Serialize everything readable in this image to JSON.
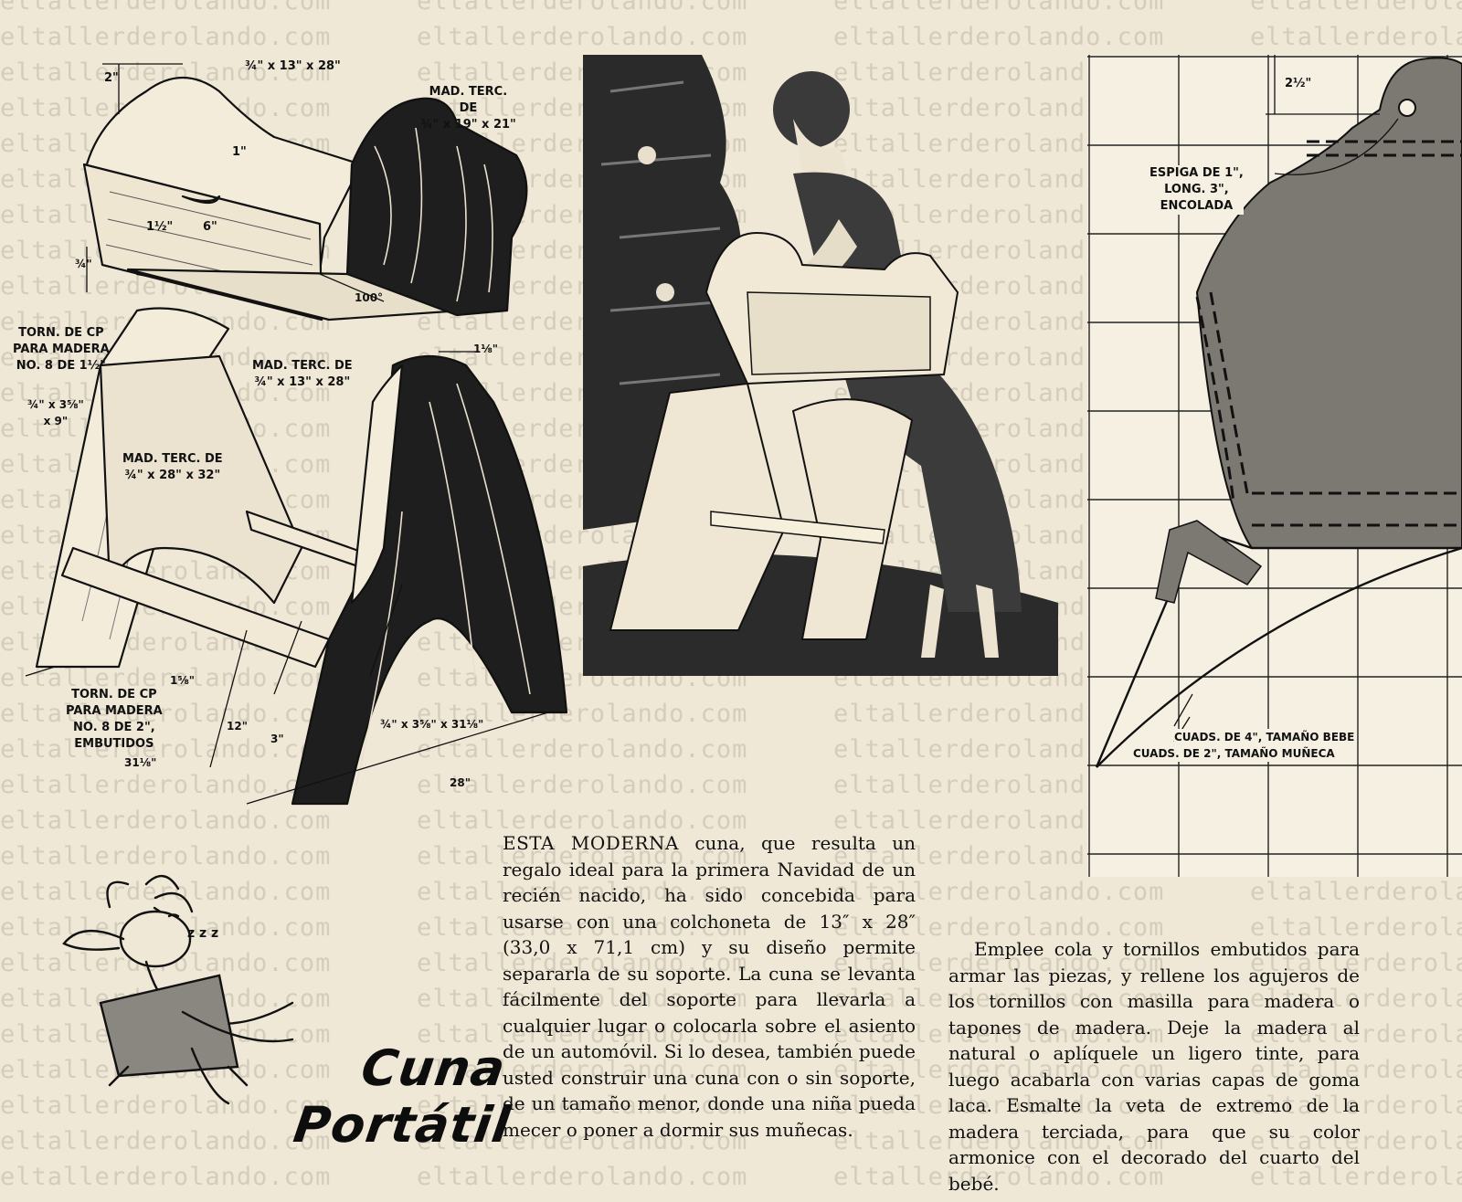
{
  "watermark": {
    "text": "eltallerderolando.com"
  },
  "colors": {
    "paper": "#efe8d6",
    "ink": "#111111",
    "shading": "#7a7670",
    "dark_wood": "#1e1e1e"
  },
  "diagram": {
    "dim_2in": "2\"",
    "dim_board_top": "¾\" x 13\" x 28\"",
    "mad_terc_end": {
      "line1": "MAD. TERC.",
      "line2": "DE",
      "line3": "¾\" x 19\" x 21\""
    },
    "dim_1in": "1\"",
    "dim_1half_6": {
      "a": "1½\"",
      "b": "6\""
    },
    "dim_3q": "¾\"",
    "dim_100": "100°",
    "torn_cp_top": {
      "line1": "TORN. DE CP",
      "line2": "PARA MADERA",
      "line3": "NO. 8 DE 1½\""
    },
    "mad_terc_13_28": {
      "line1": "MAD. TERC. DE",
      "line2": "¾\" x 13\" x 28\""
    },
    "dim_1_1_8": "1⅛\"",
    "dim_rail": {
      "line1": "¾\" x 3⅝\"",
      "line2": "x 9\""
    },
    "mad_terc_28_32": {
      "line1": "MAD. TERC. DE",
      "line2": "¾\" x 28\" x 32\""
    },
    "dim_1_5_8": "1⅝\"",
    "torn_cp_bottom": {
      "line1": "TORN. DE CP",
      "line2": "PARA MADERA",
      "line3": "NO. 8 DE 2\",",
      "line4": "EMBUTIDOS"
    },
    "dim_12": "12\"",
    "dim_3": "3\"",
    "dim_31_1_8_left": "31⅛\"",
    "dim_stretcher": "¾\" x 3⅝\" x 31⅛\"",
    "dim_28": "28\""
  },
  "pattern": {
    "dim_2half": "2½\"",
    "espiga": {
      "line1": "ESPIGA DE 1\",",
      "line2": "LONG. 3\",",
      "line3": "ENCOLADA"
    },
    "scale_baby": "CUADS. DE 4\", TAMAÑO BEBE",
    "scale_doll": "CUADS. DE 2\", TAMAÑO MUÑECA"
  },
  "title": {
    "word1": "Cuna",
    "word2": "Portátil"
  },
  "article": {
    "lead": "ESTA MODERNA",
    "para1": " cuna, que resulta un regalo ideal para la primera Navidad de un recién nacido, ha sido concebida para usarse con una colchoneta de 13″ x 28″ (33,0 x 71,1 cm) y su diseño permite separarla de su soporte. La cuna se levanta fácilmente del soporte para llevarla a cualquier lugar o colocarla sobre el asiento de un automóvil. Si lo desea, también puede usted construir una cuna con o sin soporte, de un tamaño menor, donde una niña pueda mecer o poner a dormir sus muñecas.",
    "para2": "Emplee cola y tornillos embutidos para armar las piezas, y rellene los agujeros de los tornillos con masilla para madera o tapones de madera. Deje la madera al natural o aplíquele un ligero tinte, para luego acabarla con varias capas de goma laca. Esmalte la veta de extremo de la madera terciada, para que su color armonice con el decorado del cuarto del bebé."
  }
}
